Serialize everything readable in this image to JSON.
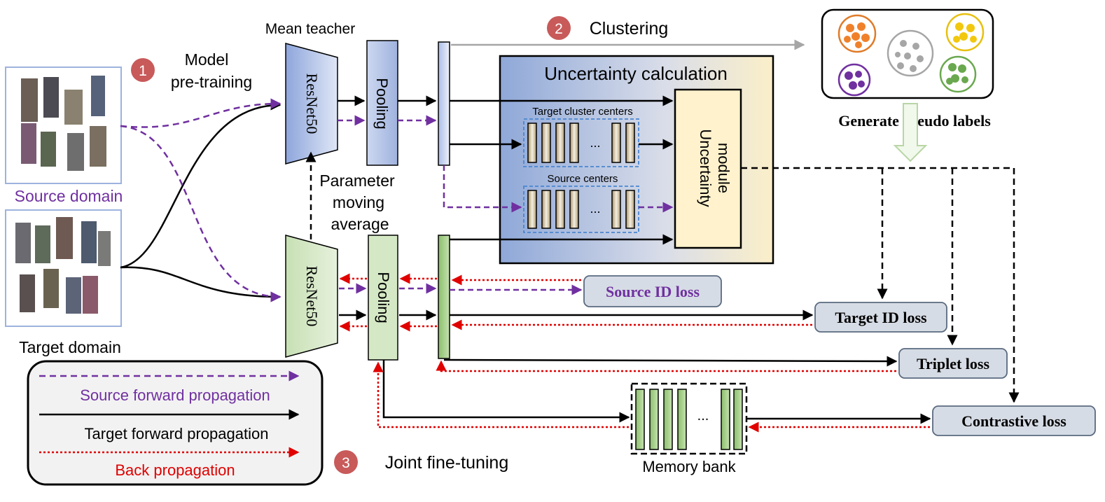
{
  "steps": {
    "one": {
      "number": "1",
      "label_line1": "Model",
      "label_line2": "pre-training"
    },
    "two": {
      "number": "2",
      "label": "Clustering"
    },
    "three": {
      "number": "3",
      "label": "Joint fine-tuning"
    }
  },
  "domains": {
    "source": "Source domain",
    "target": "Target domain"
  },
  "teacher": {
    "title": "Mean teacher",
    "backbone": "ResNet50",
    "pooling": "Pooling"
  },
  "student": {
    "backbone": "ResNet50",
    "pooling": "Pooling"
  },
  "parameter_moving_average": [
    "Parameter",
    "moving",
    "average"
  ],
  "uncertainty": {
    "title": "Uncertainty calculation",
    "target_centers": "Target cluster centers",
    "source_centers": "Source centers",
    "ellipsis": "...",
    "module_line1": "Uncertainty",
    "module_line2": "module"
  },
  "pseudo_labels": "Generate pseudo labels",
  "losses": {
    "source_id": "Source ID loss",
    "target_id": "Target ID loss",
    "triplet": "Triplet loss",
    "contrastive": "Contrastive loss"
  },
  "memory_bank": {
    "label": "Memory bank",
    "ellipsis": "..."
  },
  "legend": {
    "source_forward": "Source forward propagation",
    "target_forward": "Target forward propagation",
    "back": "Back propagation"
  },
  "colors": {
    "purple": "#7030a0",
    "red": "#e00000",
    "black": "#000000",
    "step_circle": "#c85a5a",
    "teacher_blue": "#9fb4e0",
    "student_green": "#d5e8c5",
    "module_yellow": "#fff2cc",
    "loss_box": "#d6dce5"
  }
}
